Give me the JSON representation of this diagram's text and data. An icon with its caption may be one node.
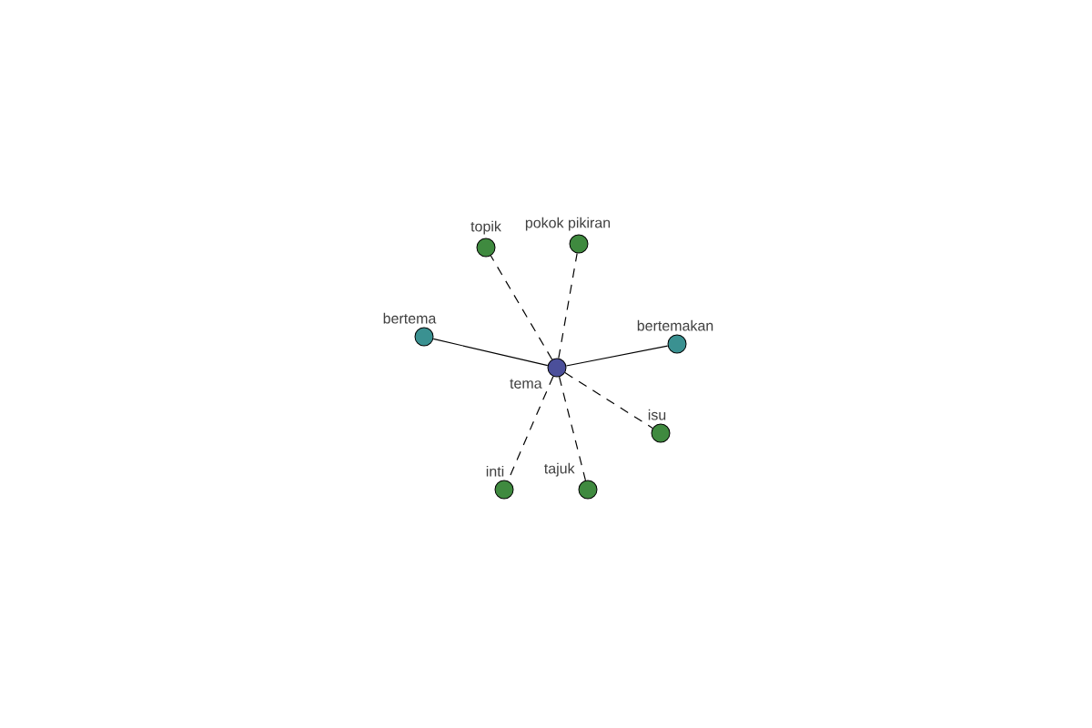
{
  "diagram": {
    "nodes": [
      {
        "text": [
          "tema"
        ]
      },
      {
        "text": [
          "topik"
        ]
      },
      {
        "text": [
          "pokok pikiran"
        ]
      },
      {
        "text": [
          "bertema"
        ]
      },
      {
        "text": [
          "bertemakan"
        ]
      },
      {
        "text": [
          "isu"
        ]
      },
      {
        "text": [
          "inti"
        ]
      },
      {
        "text": [
          "tajuk"
        ]
      }
    ],
    "edges": [
      {
        "from": 0,
        "to": 1,
        "arrow": "none",
        "style": "dashed"
      },
      {
        "from": 0,
        "to": 2,
        "arrow": "none",
        "style": "dashed"
      },
      {
        "from": 0,
        "to": 3,
        "arrow": "none"
      },
      {
        "from": 0,
        "to": 4,
        "arrow": "none"
      },
      {
        "from": 0,
        "to": 5,
        "arrow": "none",
        "style": "dashed"
      },
      {
        "from": 0,
        "to": 6,
        "arrow": "none",
        "style": "dashed"
      },
      {
        "from": 0,
        "to": 7,
        "arrow": "none",
        "style": "dashed"
      }
    ]
  }
}
